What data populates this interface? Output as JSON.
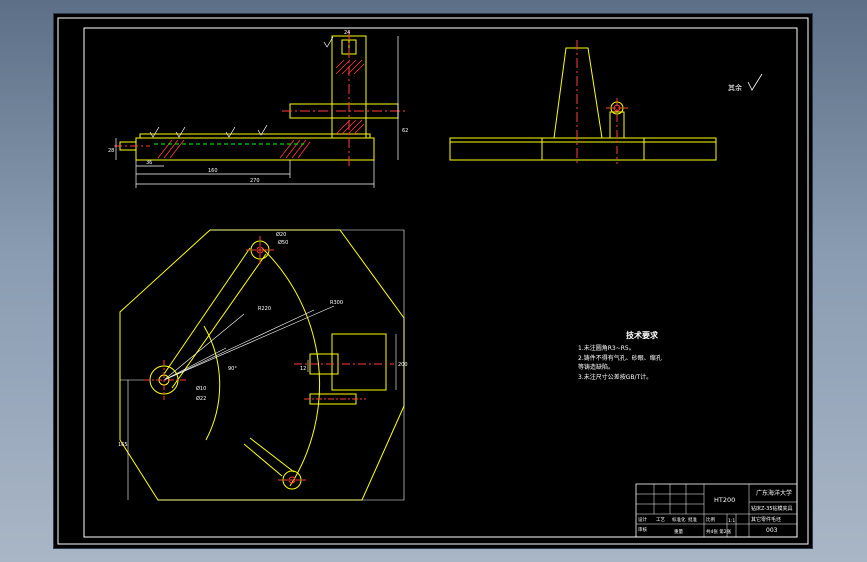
{
  "colors": {
    "background": "#000000",
    "frame": "#ffffff",
    "geometry": "#ffff00",
    "dimension": "#ffffff",
    "hatch": "#ff3b3b",
    "center": "#ff3b3b",
    "hidden": "#00ff00",
    "window_bg": "#7f90a6"
  },
  "dimensions": {
    "side_view": {
      "d_right": "62",
      "d_top": "24",
      "d_left": "28",
      "d_bottom_a": "36",
      "d_bottom_b": "160",
      "d_bottom_c": "270"
    },
    "plan_view": {
      "d_right": "200",
      "d_left": "165",
      "d_slot": "12",
      "r_outer": "R300",
      "r_inner": "R220",
      "angle": "90°",
      "hole_a": "Ø10",
      "hole_b": "Ø22",
      "hole_top": "Ø20",
      "small_dia": "Ø50"
    }
  },
  "roughness": {
    "label": "其余"
  },
  "notes": {
    "heading": "技术要求",
    "lines": [
      "1.未注圆角R3~R5。",
      "2.铸件不得有气孔、砂眼、缩孔",
      "  等铸造缺陷。",
      "3.未注尺寸公差按GB/T计。"
    ]
  },
  "title_block": {
    "material": "HT200",
    "school": "广东海洋大学",
    "drawing_title_1": "钻床Z-35钻模夹具",
    "drawing_title_2": "其它零件毛坯",
    "drawing_no": "003",
    "scale": "1:1",
    "sheet_info": "共4张 第2张",
    "row_labels": [
      "设计",
      "审核",
      "工艺",
      "标准化",
      "批准"
    ],
    "small_label": "比例",
    "mark": "重量"
  }
}
